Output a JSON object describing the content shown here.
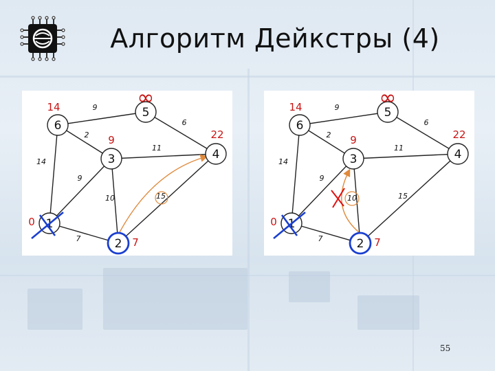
{
  "title": "Алгоритм Дейкстры (4)",
  "page_number": "55",
  "colors": {
    "edge": "#222222",
    "distance": "#c81414",
    "path_arrow": "#e08a3c",
    "current_node": "#1a3fd0",
    "cross_visited": "#1a3fd0",
    "cross_rejected": "#e01010"
  },
  "left_graph": {
    "nodes": [
      {
        "id": "6",
        "distance": "14"
      },
      {
        "id": "5",
        "distance": "∞"
      },
      {
        "id": "3",
        "distance": "9"
      },
      {
        "id": "4",
        "distance": "22"
      },
      {
        "id": "1",
        "distance": "0",
        "visited": true
      },
      {
        "id": "2",
        "distance": "7",
        "current": true
      }
    ],
    "edges": [
      {
        "from": "6",
        "to": "5",
        "weight": "9"
      },
      {
        "from": "6",
        "to": "3",
        "weight": "2"
      },
      {
        "from": "6",
        "to": "1",
        "weight": "14"
      },
      {
        "from": "5",
        "to": "4",
        "weight": "6"
      },
      {
        "from": "3",
        "to": "4",
        "weight": "11"
      },
      {
        "from": "3",
        "to": "1",
        "weight": "9"
      },
      {
        "from": "3",
        "to": "2",
        "weight": "10"
      },
      {
        "from": "1",
        "to": "2",
        "weight": "7"
      },
      {
        "from": "2",
        "to": "4",
        "weight": "15"
      }
    ]
  },
  "right_graph": {
    "nodes": [
      {
        "id": "6",
        "distance": "14"
      },
      {
        "id": "5",
        "distance": "∞"
      },
      {
        "id": "3",
        "distance": "9"
      },
      {
        "id": "4",
        "distance": "22"
      },
      {
        "id": "1",
        "distance": "0",
        "visited": true
      },
      {
        "id": "2",
        "distance": "7",
        "current": true
      }
    ],
    "edges": [
      {
        "from": "6",
        "to": "5",
        "weight": "9"
      },
      {
        "from": "6",
        "to": "3",
        "weight": "2"
      },
      {
        "from": "6",
        "to": "1",
        "weight": "14"
      },
      {
        "from": "5",
        "to": "4",
        "weight": "6"
      },
      {
        "from": "3",
        "to": "4",
        "weight": "11"
      },
      {
        "from": "3",
        "to": "1",
        "weight": "9"
      },
      {
        "from": "3",
        "to": "2",
        "weight": "10"
      },
      {
        "from": "1",
        "to": "2",
        "weight": "7"
      },
      {
        "from": "2",
        "to": "4",
        "weight": "15"
      }
    ]
  }
}
